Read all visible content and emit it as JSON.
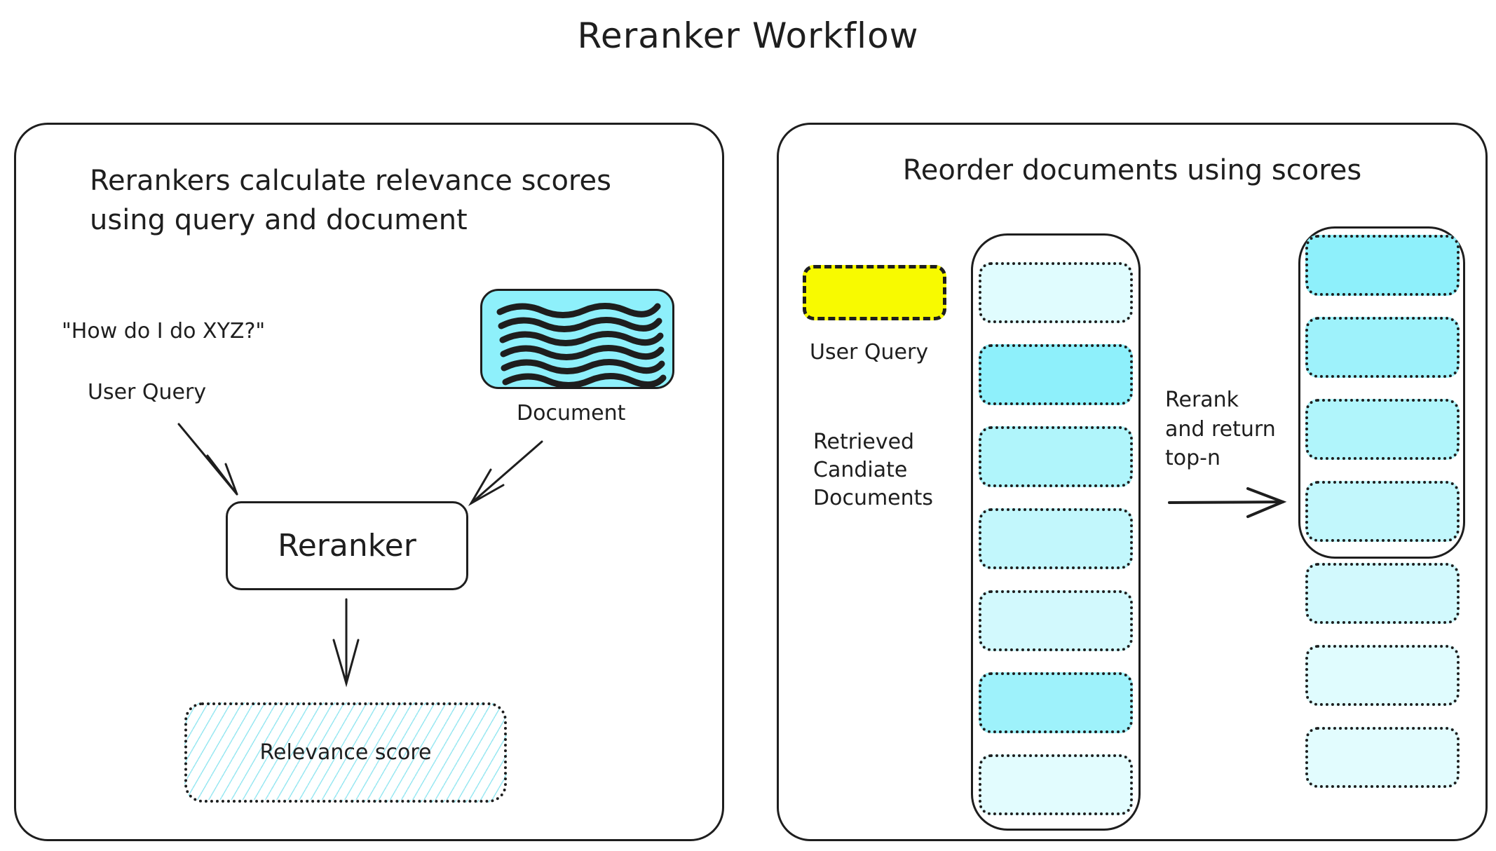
{
  "title": "Reranker Workflow",
  "left_panel": {
    "heading_line1": "Rerankers calculate relevance scores",
    "heading_line2": "using query and document",
    "query_example": "\"How do I do XYZ?\"",
    "user_query_label": "User Query",
    "document_label": "Document",
    "document_icon": "document-text-icon",
    "reranker_label": "Reranker",
    "relevance_label": "Relevance score"
  },
  "right_panel": {
    "heading": "Reorder documents using scores",
    "user_query_label": "User Query",
    "candidates_label": [
      "Retrieved",
      "Candiate",
      "Documents"
    ],
    "rerank_label": [
      "Rerank",
      "and return",
      "top-n"
    ],
    "query_color": "#f8fa00",
    "candidate_docs": [
      {
        "color": "#e0fcfe"
      },
      {
        "color": "#8ef0fb"
      },
      {
        "color": "#b0f5fb"
      },
      {
        "color": "#c2f7fc"
      },
      {
        "color": "#d2f9fd"
      },
      {
        "color": "#9ef2fb"
      },
      {
        "color": "#e2fcfe"
      }
    ],
    "reranked_docs": [
      {
        "color": "#8ef0fb",
        "top_n": true
      },
      {
        "color": "#9ef2fb",
        "top_n": true
      },
      {
        "color": "#b0f5fb",
        "top_n": true
      },
      {
        "color": "#c2f7fc",
        "top_n": true
      },
      {
        "color": "#d2f9fd",
        "top_n": false
      },
      {
        "color": "#e0fcfe",
        "top_n": false
      },
      {
        "color": "#e2fcfe",
        "top_n": false
      }
    ]
  }
}
